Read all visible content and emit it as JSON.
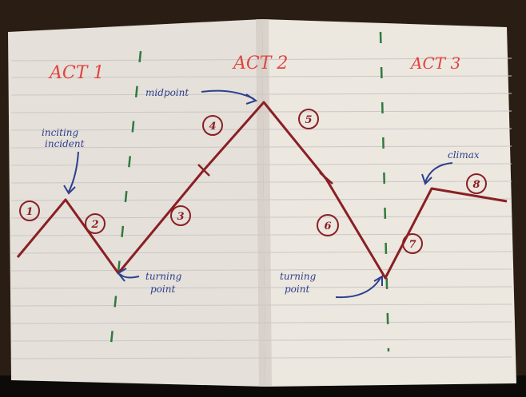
{
  "photo": {
    "subject": "Hand-drawn three-act story structure diagram in an open notebook"
  },
  "acts": [
    "ACT 1",
    "ACT 2",
    "ACT 3"
  ],
  "annotations": {
    "inciting_incident": [
      "inciting",
      "incident"
    ],
    "midpoint": "midpoint",
    "climax": "climax",
    "turning_point_1": [
      "turning",
      "point"
    ],
    "turning_point_2": [
      "turning",
      "point"
    ]
  },
  "beat_numbers": [
    "1",
    "2",
    "3",
    "4",
    "5",
    "6",
    "7",
    "8"
  ],
  "colors": {
    "act_text": "#e0443f",
    "diagram_line": "#8a1f24",
    "annotation_ink": "#2d3f8f",
    "divider": "#2f7a3f",
    "paper": "#e9e3dc",
    "rule": "#c9c6c8"
  }
}
